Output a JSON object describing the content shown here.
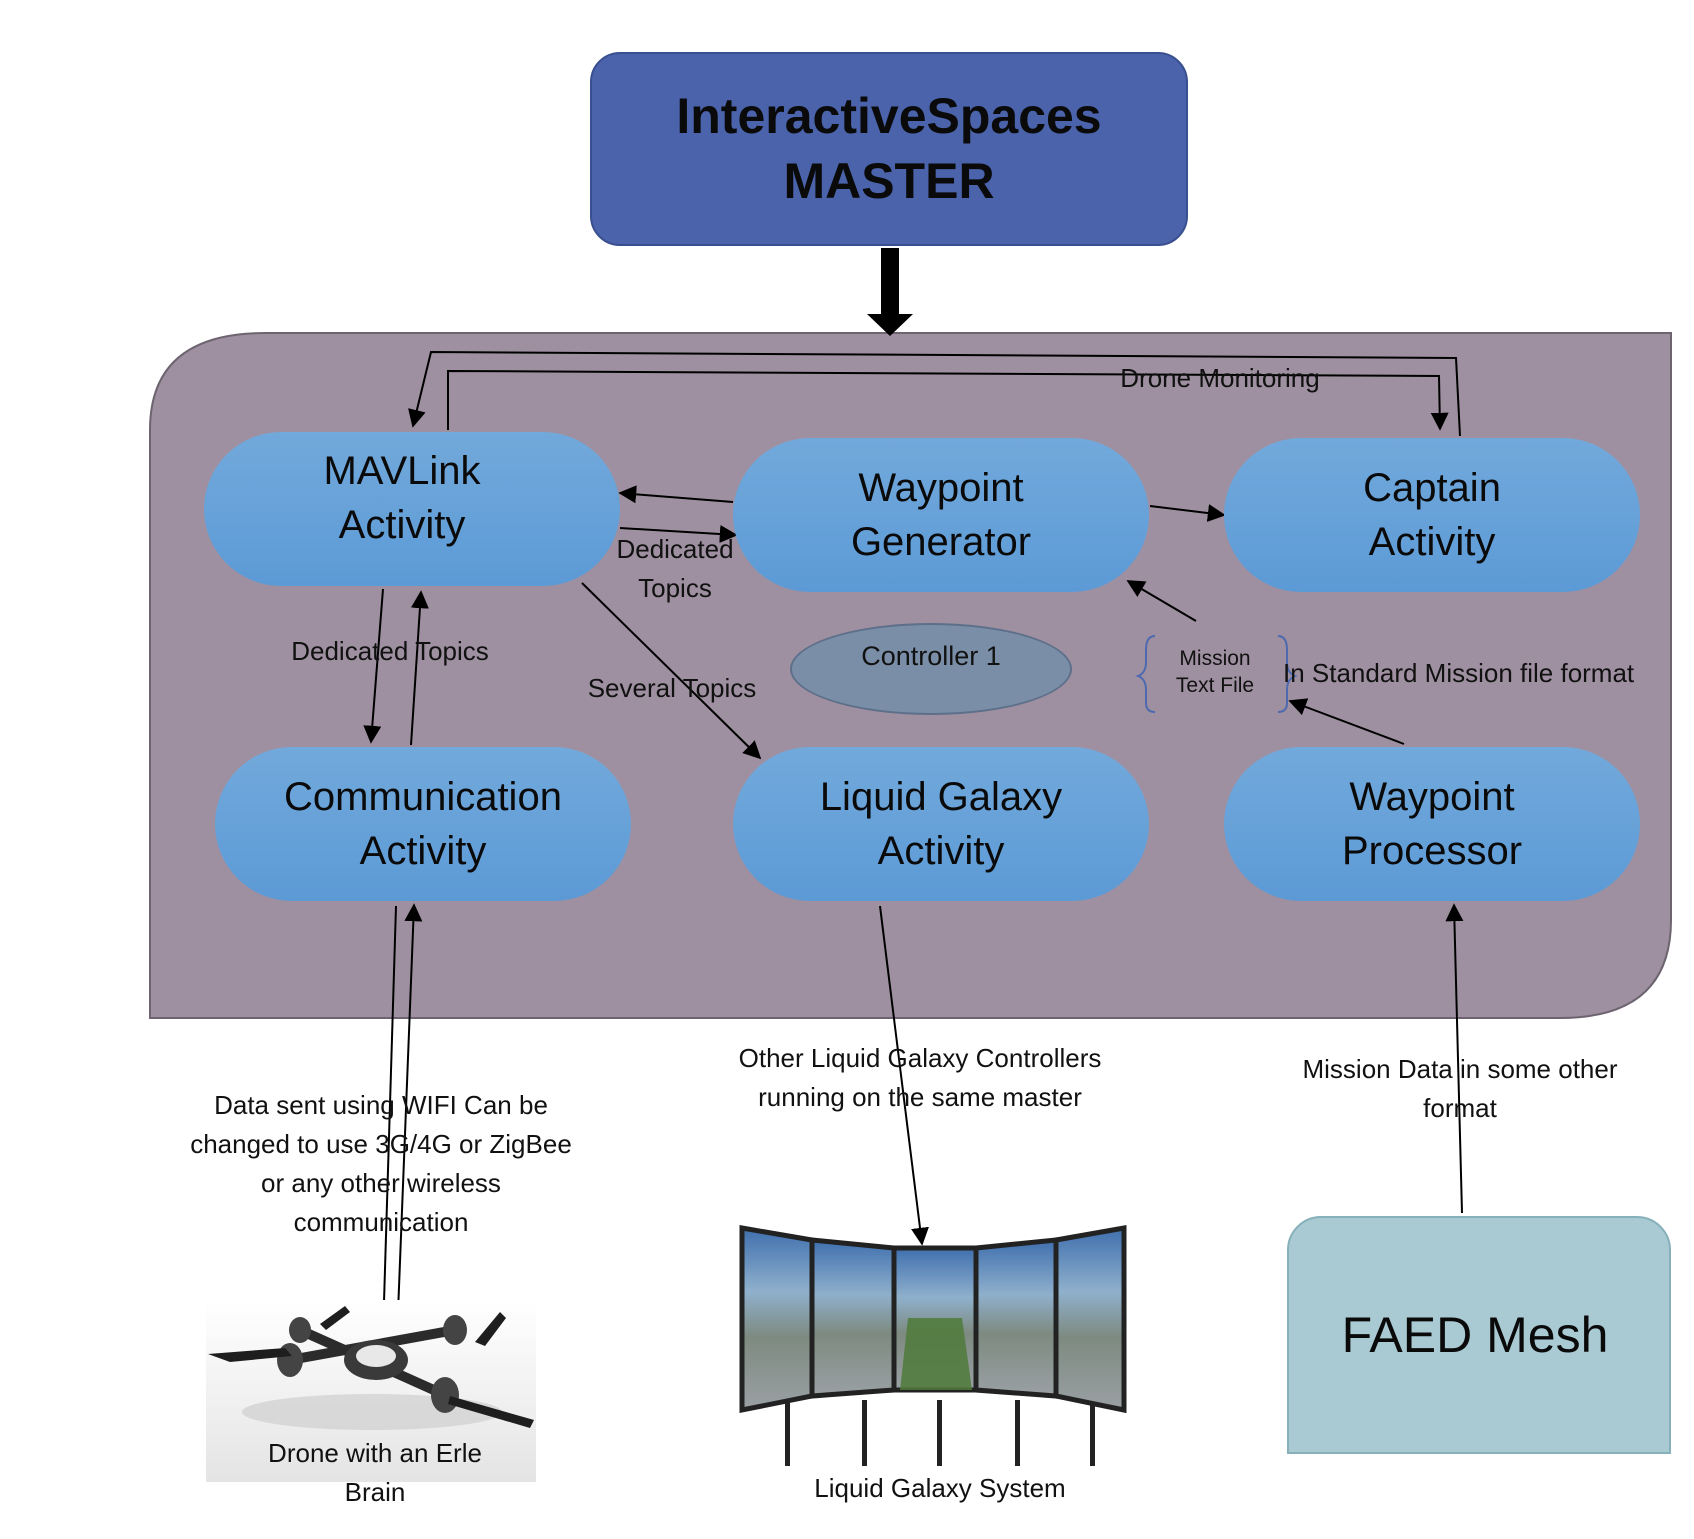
{
  "master": {
    "line1": "InteractiveSpaces",
    "line2": "MASTER"
  },
  "activities": {
    "mavlink": "MAVLink\nActivity",
    "waypoint_generator": "Waypoint\nGenerator",
    "captain": "Captain\nActivity",
    "communication": "Communication\nActivity",
    "liquid_galaxy": "Liquid Galaxy\nActivity",
    "waypoint_processor": "Waypoint\nProcessor"
  },
  "controller": "Controller 1",
  "faed": "FAED Mesh",
  "labels": {
    "drone_monitoring": "Drone Monitoring",
    "dedicated_topics_1": "Dedicated\nTopics",
    "dedicated_topics_2": "Dedicated Topics",
    "several_topics": "Several Topics",
    "mission_text_file": "Mission\nText File",
    "standard_format": "In Standard Mission file format",
    "data_sent": "Data sent using WIFI           Can be\nchanged to use 3G/4G or ZigBee\nor any other wireless\ncommunication",
    "other_lg": "Other Liquid Galaxy Controllers\nrunning on the same master",
    "mission_data": "Mission Data in some other\nformat",
    "drone": "Drone with an Erle\nBrain",
    "lg_system": "Liquid Galaxy System"
  },
  "colors": {
    "master_fill": "#4a63ab",
    "container_fill": "#9e90a0",
    "pill_fill": "#6aa3da",
    "controller_fill": "#7a8ea8",
    "faed_fill": "#a9cad3"
  }
}
